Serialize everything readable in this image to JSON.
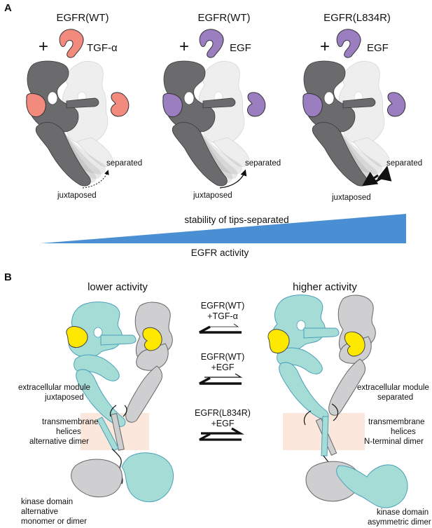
{
  "panel_a": {
    "label": "A",
    "columns": [
      {
        "receptor": "EGFR(WT)",
        "plus": "+",
        "ligand": "TGF-α",
        "ligand_color": "#f28a7d"
      },
      {
        "receptor": "EGFR(WT)",
        "plus": "+",
        "ligand": "EGF",
        "ligand_color": "#9b7ec0"
      },
      {
        "receptor": "EGFR(L834R)",
        "plus": "+",
        "ligand": "EGF",
        "ligand_color": "#9b7ec0"
      }
    ],
    "state_separated": "separated",
    "state_juxtaposed": "juxtaposed",
    "stability_label": "stability of tips-separated",
    "activity_label": "EGFR activity",
    "wedge_color": "#4a8fd3"
  },
  "panel_b": {
    "label": "B",
    "lower_activity": "lower activity",
    "higher_activity": "higher activity",
    "conditions": [
      {
        "line1": "EGFR(WT)",
        "line2": "+TGF-α"
      },
      {
        "line1": "EGFR(WT)",
        "line2": "+EGF"
      },
      {
        "line1": "EGFR(L834R)",
        "line2": "+EGF"
      }
    ],
    "left_labels": {
      "ecm": [
        "extracellular module",
        "juxtaposed"
      ],
      "tm": [
        "transmembrane",
        "helices",
        "alternative dimer"
      ],
      "kinase": [
        "kinase domain",
        "alternative",
        "monomer or dimer"
      ]
    },
    "right_labels": {
      "ecm": [
        "extracellular module",
        "separated"
      ],
      "tm": [
        "transmembrane",
        "helices",
        "N-terminal dimer"
      ],
      "kinase": [
        "kinase domain",
        "asymmetric dimer"
      ]
    },
    "colors": {
      "monomer_a": "#a6dcd6",
      "monomer_b": "#cfcfd1",
      "ligand": "#ffe800",
      "membrane": "#fbe7dc"
    }
  }
}
